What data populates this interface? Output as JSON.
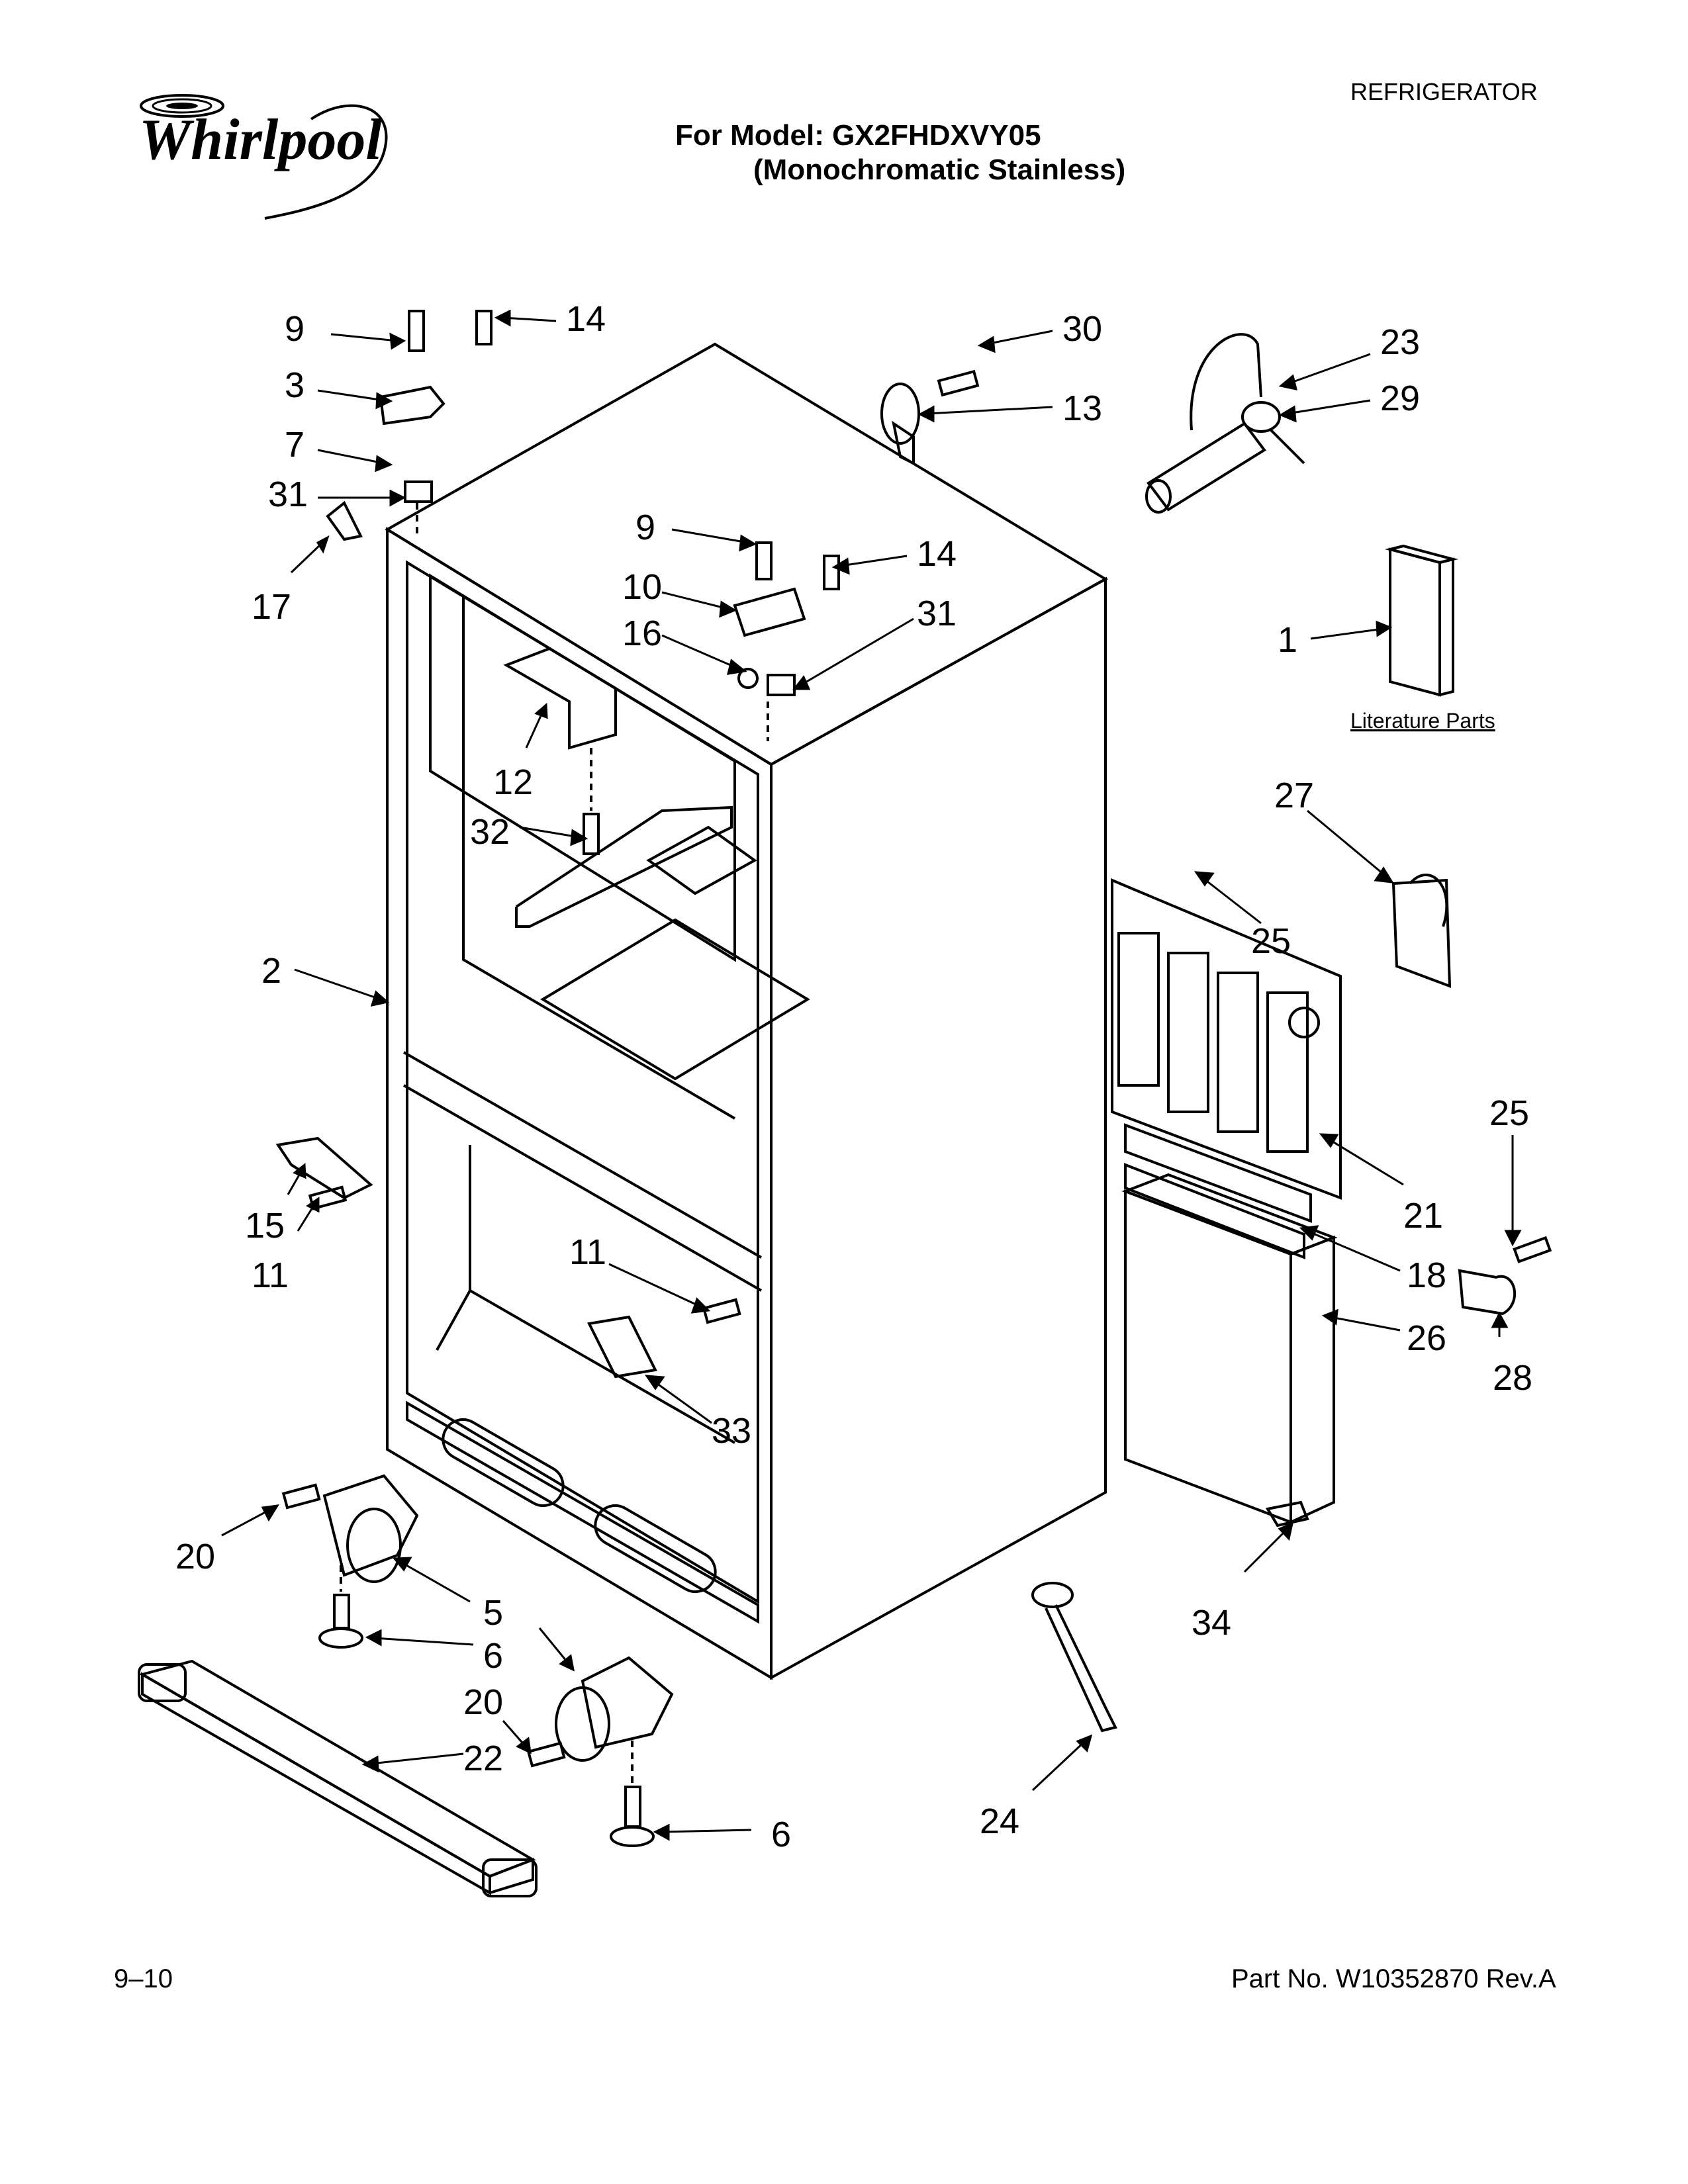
{
  "header": {
    "brand": "Whirlpool",
    "category": "REFRIGERATOR",
    "model_line": "For Model: GX2FHDXVY05",
    "finish_line": "(Monochromatic Stainless)"
  },
  "footer": {
    "page": "9–10",
    "part_number": "Part No. W10352870 Rev.A"
  },
  "diagram": {
    "literature_label": "Literature Parts",
    "callouts": [
      "9",
      "14",
      "3",
      "7",
      "31",
      "17",
      "30",
      "13",
      "23",
      "29",
      "9",
      "14",
      "10",
      "31",
      "16",
      "1",
      "12",
      "32",
      "2",
      "27",
      "25",
      "15",
      "11",
      "21",
      "25",
      "11",
      "18",
      "28",
      "26",
      "33",
      "20",
      "5",
      "6",
      "20",
      "22",
      "6",
      "34",
      "24"
    ]
  }
}
